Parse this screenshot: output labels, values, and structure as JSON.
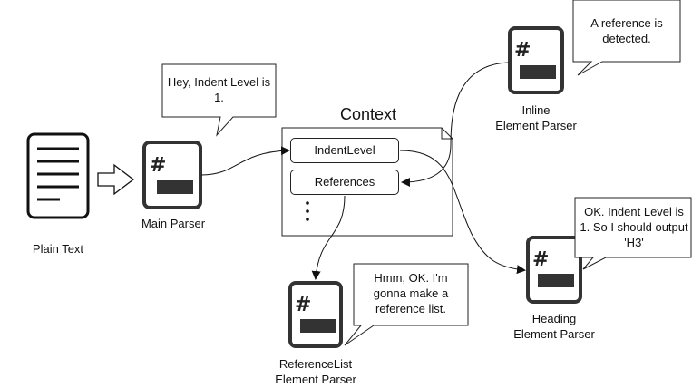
{
  "plain_text": {
    "label": "Plain Text"
  },
  "main_parser": {
    "label": "Main Parser"
  },
  "context": {
    "title": "Context",
    "fields": [
      "IndentLevel",
      "References"
    ]
  },
  "inline_parser": {
    "label_line1": "Inline",
    "label_line2": "Element Parser"
  },
  "heading_parser": {
    "label_line1": "Heading",
    "label_line2": "Element Parser"
  },
  "reflist_parser": {
    "label_line1": "ReferenceList",
    "label_line2": "Element Parser"
  },
  "bubbles": {
    "main": "Hey, Indent Level is 1.",
    "inline": "A reference is detected.",
    "heading": "OK. Indent Level is 1. So I should output 'H3'",
    "reflist": "Hmm, OK. I'm gonna make a reference list."
  },
  "parser_icon_glyph": "#",
  "colors": {
    "stroke": "#222222",
    "fill_dark": "#333333",
    "background": "#ffffff"
  }
}
